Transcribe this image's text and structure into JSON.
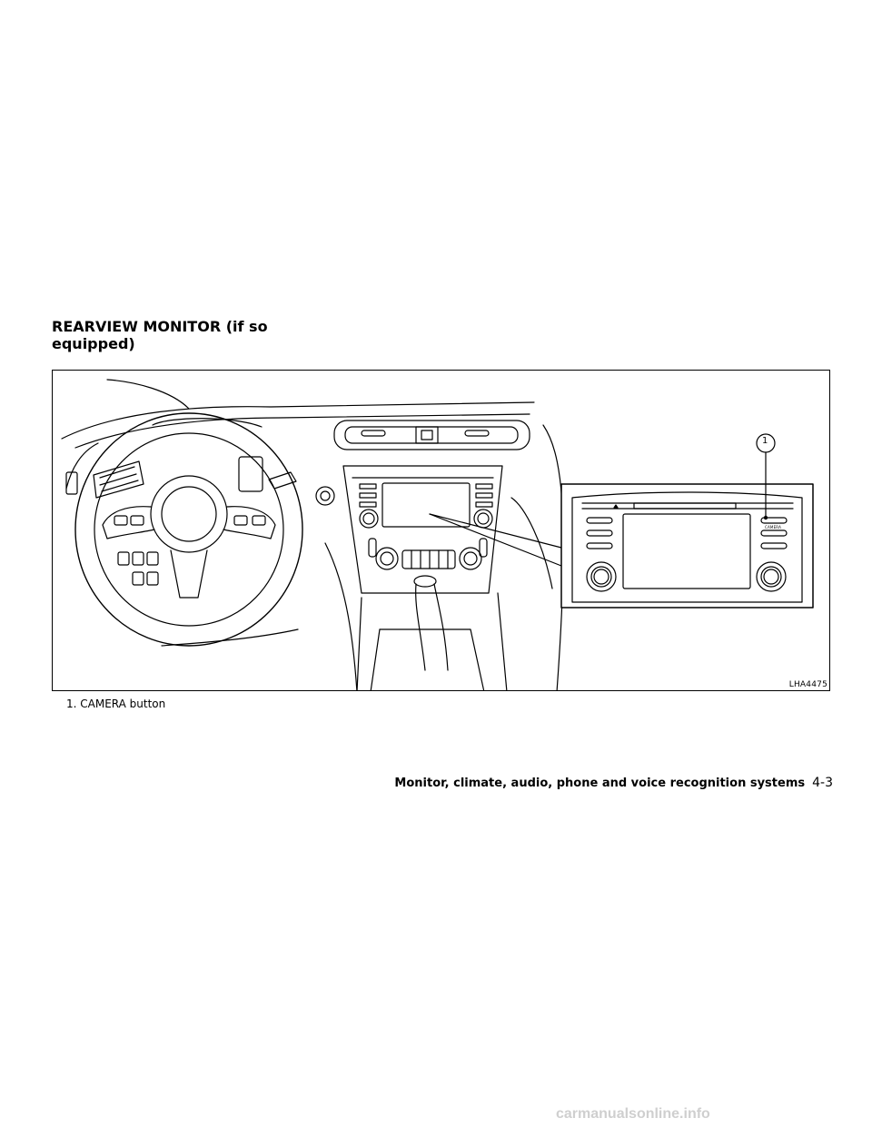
{
  "section": {
    "title": "REARVIEW MONITOR (if so equipped)"
  },
  "figure": {
    "code": "LHA4475",
    "callout": "1",
    "button_label": "CAMERA"
  },
  "caption": {
    "text": "1.  CAMERA button"
  },
  "footer": {
    "chapter": "Monitor, climate, audio, phone and voice recognition systems",
    "page": "4-3"
  },
  "watermark": {
    "text": "carmanualsonline.info"
  }
}
